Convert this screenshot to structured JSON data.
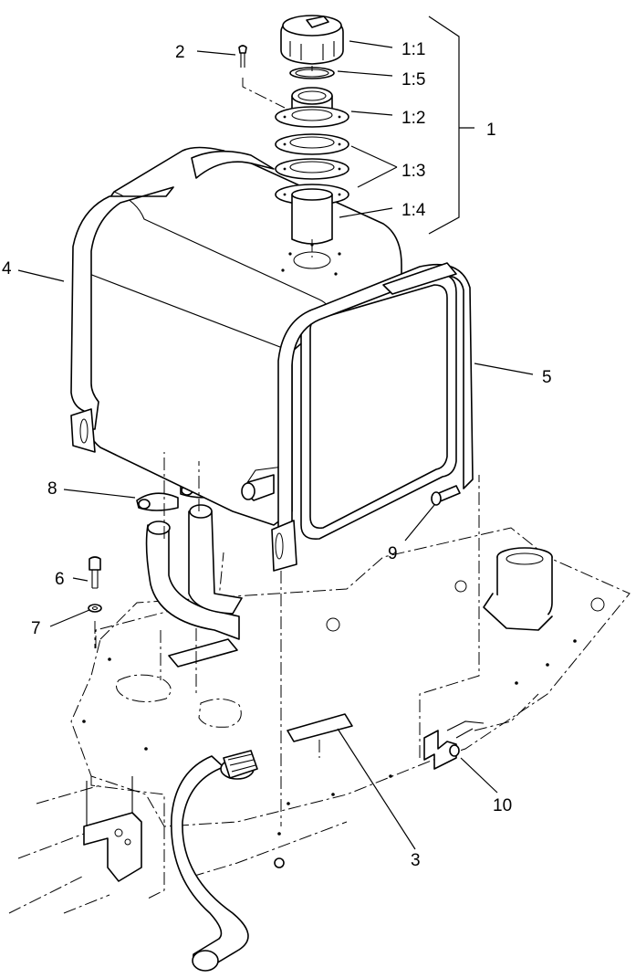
{
  "callouts": {
    "c1_1": "1:1",
    "c1_5": "1:5",
    "c1_2": "1:2",
    "c1_3": "1:3",
    "c1_4": "1:4",
    "c1": "1",
    "c2": "2",
    "c3": "3",
    "c4": "4",
    "c5": "5",
    "c6": "6",
    "c7": "7",
    "c8": "8",
    "c9": "9",
    "c10": "10"
  }
}
